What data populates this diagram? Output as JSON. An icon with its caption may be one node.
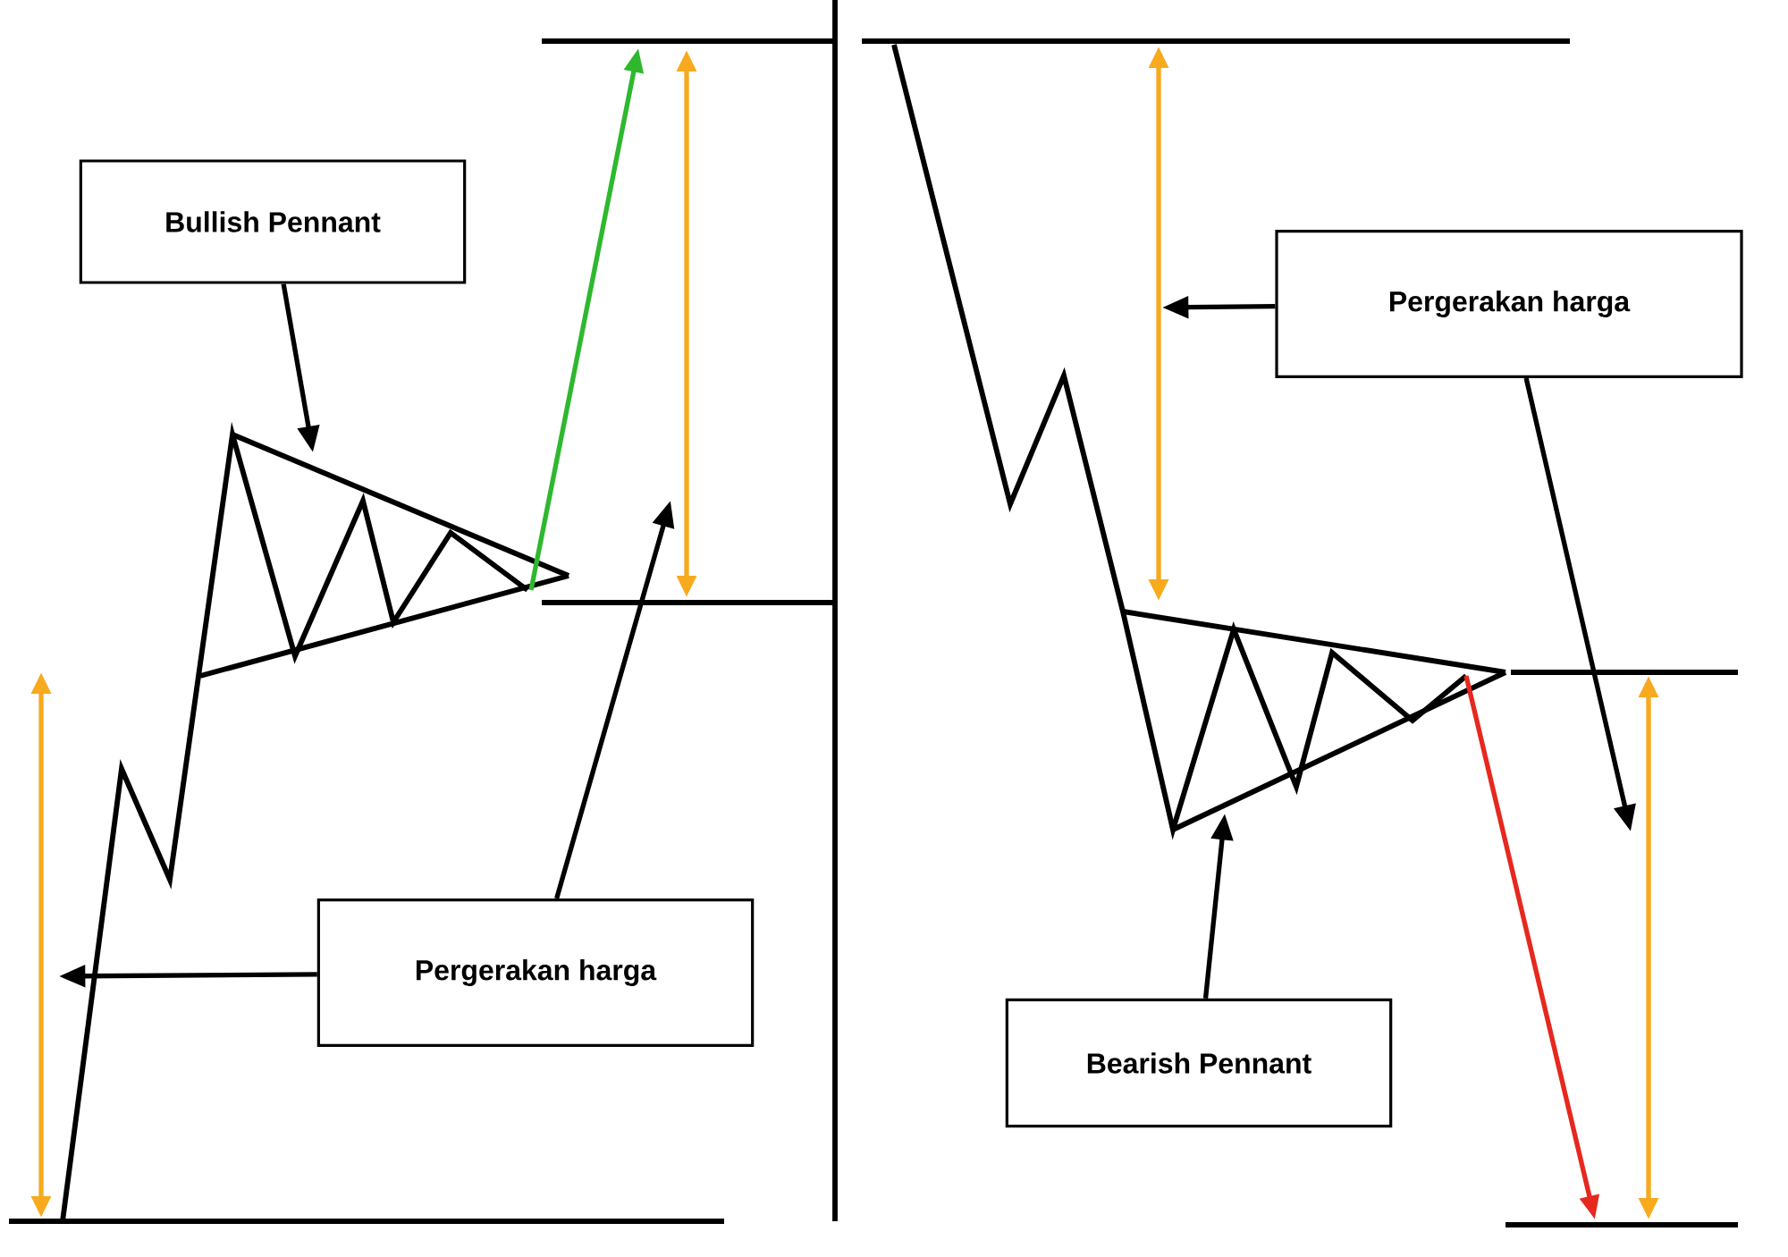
{
  "diagram": {
    "nodes": [
      {
        "text": [
          "Bullish Pennant"
        ]
      },
      {
        "text": [
          "Pergerakan harga"
        ]
      },
      {
        "text": [
          "Pergerakan harga"
        ]
      },
      {
        "text": [
          "Bearish Pennant"
        ]
      }
    ],
    "edges": [
      {
        "from": 0,
        "to": null,
        "arrow": "to"
      },
      {
        "from": 1,
        "to": null,
        "arrow": "to"
      },
      {
        "from": 1,
        "to": null,
        "arrow": "to"
      },
      {
        "from": 2,
        "to": null,
        "arrow": "to"
      },
      {
        "from": 2,
        "to": null,
        "arrow": "to"
      },
      {
        "from": 3,
        "to": null,
        "arrow": "to"
      }
    ]
  }
}
